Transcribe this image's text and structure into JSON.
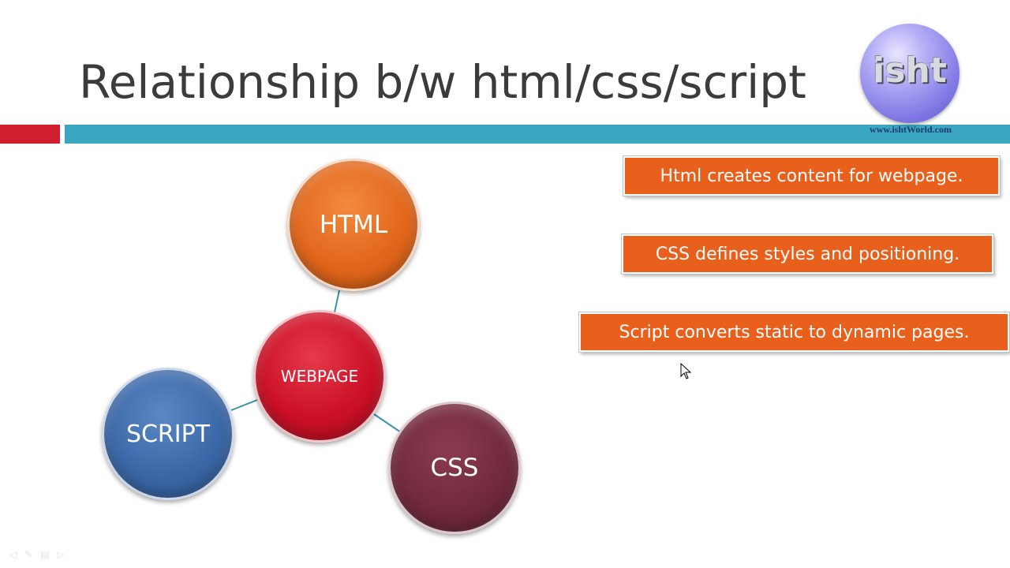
{
  "slide": {
    "title": "Relationship b/w html/css/script",
    "accent_colors": {
      "red_bar": "#d11f2f",
      "teal_bar": "#3aa6bf",
      "callout": "#e8601c"
    }
  },
  "logo": {
    "text": "isht",
    "url": "www.ishtWorld.com"
  },
  "diagram": {
    "nodes": [
      {
        "label": "HTML",
        "color": "#e2671c"
      },
      {
        "label": "WEBPAGE",
        "color": "#cc1026"
      },
      {
        "label": "SCRIPT",
        "color": "#3c68a8"
      },
      {
        "label": "CSS",
        "color": "#722a3d"
      }
    ],
    "connector_color": "#3a93aa"
  },
  "callouts": [
    "Html creates content for webpage.",
    "CSS defines styles and positioning.",
    "Script converts static to dynamic pages."
  ],
  "controls": {
    "icons": [
      "prev-icon",
      "pen-icon",
      "menu-icon",
      "next-icon"
    ]
  }
}
